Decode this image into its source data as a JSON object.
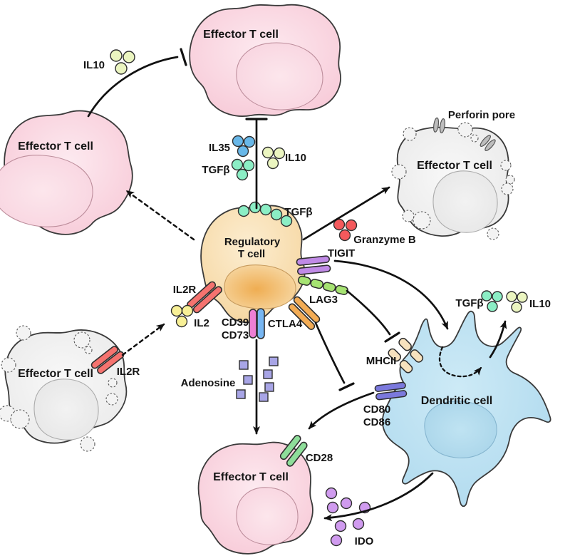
{
  "cells": {
    "effector_top": "Effector T cell",
    "effector_left": "Effector T cell",
    "effector_right": "Effector T cell",
    "effector_bottom_left": "Effector T cell",
    "effector_bottom": "Effector T cell",
    "treg_line1": "Regulatory",
    "treg_line2": "T cell",
    "dendritic": "Dendritic cell"
  },
  "molecules": {
    "il10_top": "IL10",
    "il35": "IL35",
    "tgfb_secreted": "TGFβ",
    "il10_secreted": "IL10",
    "tgfb_membrane": "TGFβ",
    "granzyme_b": "Granzyme B",
    "il2": "IL2",
    "adenosine": "Adenosine",
    "ido": "IDO",
    "tgfb_dc": "TGFβ",
    "il10_dc": "IL10",
    "perforin_pore": "Perforin pore"
  },
  "receptors": {
    "il2r_treg": "IL2R",
    "il2r_effector": "IL2R",
    "tigit": "TIGIT",
    "lag3": "LAG3",
    "ctla4": "CTLA4",
    "cd39": "CD39",
    "cd73": "CD73",
    "cd28": "CD28",
    "cd80": "CD80",
    "cd86": "CD86",
    "mhcii": "MHCII"
  },
  "colors": {
    "effector_pink": "#f8cdd9",
    "effector_gray": "#ececec",
    "treg_orange": "#f7d9a6",
    "dendritic_blue": "#b5ddef",
    "il10": "#ebf5c0",
    "il35": "#68b7e8",
    "tgfb": "#8beec5",
    "il2": "#f8f096",
    "granzyme_b": "#f4595c",
    "adenosine": "#a8a5e6",
    "ido": "#d09bef",
    "il2r": "#f5736f",
    "tigit": "#c08ae6",
    "lag3": "#a6e372",
    "ctla4": "#f3ac55",
    "cd39": "#ee7fd4",
    "cd73": "#77b6f2",
    "cd28": "#8ede9a",
    "cd80_cd86": "#7b79dd",
    "mhcii": "#f7e2be",
    "perforin": "#bdbdbd"
  }
}
